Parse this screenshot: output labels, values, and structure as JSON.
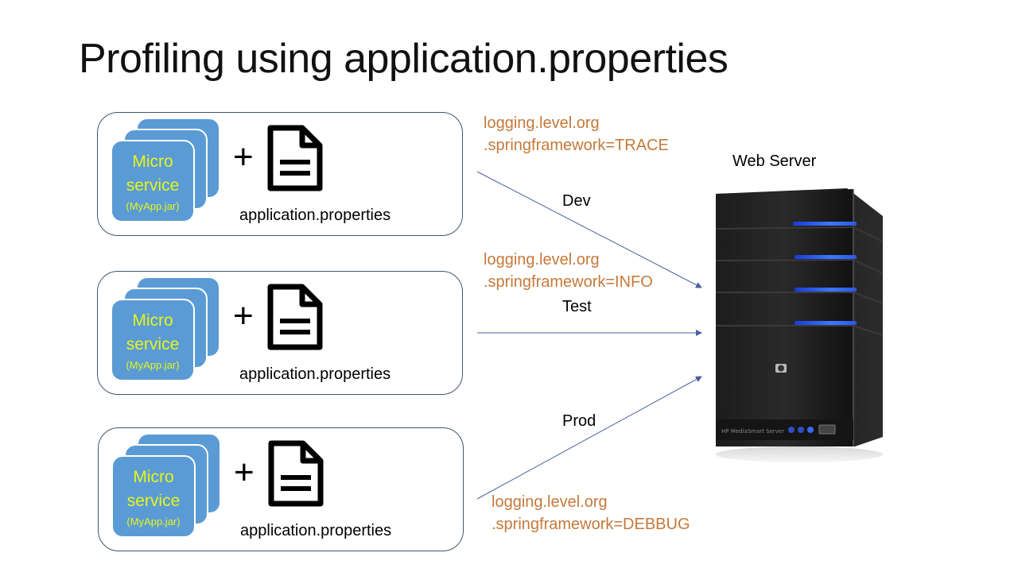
{
  "title": "Profiling using application.properties",
  "environments": [
    {
      "name": "Dev",
      "microservice": {
        "line1": "Micro",
        "line2": "service",
        "line3": "(MyApp.jar)"
      },
      "plus": "+",
      "file_label": "application.properties",
      "config": {
        "line1": "logging.level.org",
        "line2": ".springframework=TRACE"
      }
    },
    {
      "name": "Test",
      "microservice": {
        "line1": "Micro",
        "line2": "service",
        "line3": "(MyApp.jar)"
      },
      "plus": "+",
      "file_label": "application.properties",
      "config": {
        "line1": "logging.level.org",
        "line2": ".springframework=INFO"
      }
    },
    {
      "name": "Prod",
      "microservice": {
        "line1": "Micro",
        "line2": "service",
        "line3": "(MyApp.jar)"
      },
      "plus": "+",
      "file_label": "application.properties",
      "config": {
        "line1": "logging.level.org",
        "line2": ".springframework=DEBBUG"
      }
    }
  ],
  "server": {
    "label": "Web Server",
    "icon": "server-tower-icon"
  },
  "icons": {
    "file": "document-icon",
    "microservice": "stacked-cards-icon"
  },
  "colors": {
    "card_fill": "#5b9bd5",
    "card_text": "#e5f51a",
    "config_text": "#c5793a",
    "arrow": "#4a5fa0",
    "box_border": "#44546a"
  }
}
